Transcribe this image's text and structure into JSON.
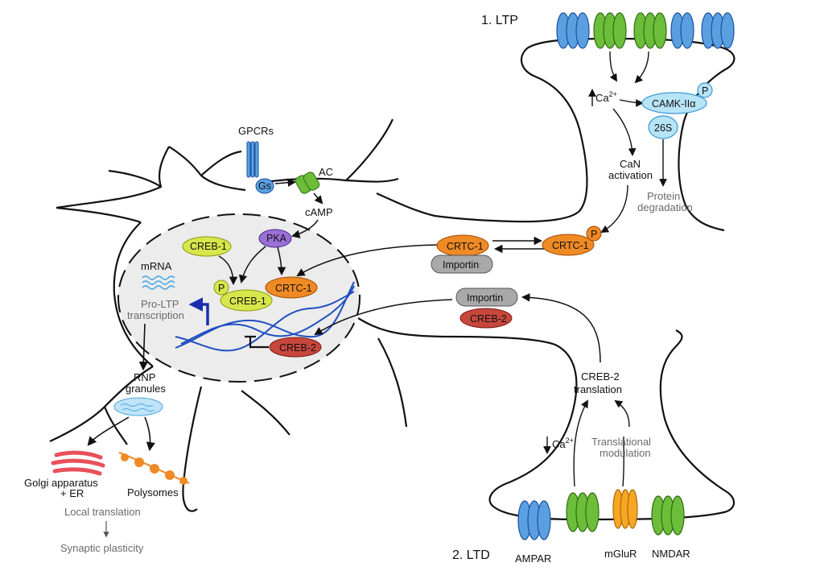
{
  "titles": {
    "ltp": "1. LTP",
    "ltd": "2. LTD"
  },
  "labels": {
    "gpcrs": "GPCRs",
    "gs": "Gs",
    "ac": "AC",
    "camp": "cAMP",
    "pka": "PKA",
    "creb1_top": "CREB-1",
    "creb1_bound": "CREB-1",
    "p": "P",
    "crtc1_nucleus": "CRTC-1",
    "crtc1_mid": "CRTC-1",
    "crtc1_phos": "CRTC-1",
    "importin_top": "Importin",
    "importin_mid": "Importin",
    "creb2_mid": "CREB-2",
    "creb2_nucleus": "CREB-2",
    "mrna": "mRNA",
    "pro_ltp_1": "Pro-LTP",
    "pro_ltp_2": "transcription",
    "rnp_1": "RNP",
    "rnp_2": "granules",
    "golgi_1": "Golgi  apparatus",
    "golgi_2": "+ ER",
    "polysomes": "Polysomes",
    "local_translation": "Local translation",
    "synaptic_plasticity": "Synaptic plasticity",
    "ca_up": "Ca",
    "ca_down": "Ca",
    "ca_sup": "2+",
    "camk": "CAMK-IIα",
    "s26": "26S",
    "can_1": "CaN",
    "can_2": "activation",
    "protein_1": "Protein",
    "protein_2": "degradation",
    "creb2_tr_1": "CREB-2",
    "creb2_tr_2": "translation",
    "tm_1": "Translational",
    "tm_2": "modulation",
    "ampar": "AMPAR",
    "mglur": "mGluR",
    "nmdar": "NMDAR"
  },
  "colors": {
    "blue_receptor": "#5aa0e0",
    "green_receptor": "#6cbd3a",
    "orange_receptor": "#f5a623",
    "creb1": "#d7e64a",
    "crtc1": "#f08a25",
    "creb2": "#c8473d",
    "importin": "#a9a9a9",
    "pka": "#9a6fd6",
    "camk": "#b8e4f7",
    "dna": "#1f4fbf",
    "nucleus": "#ececec"
  }
}
